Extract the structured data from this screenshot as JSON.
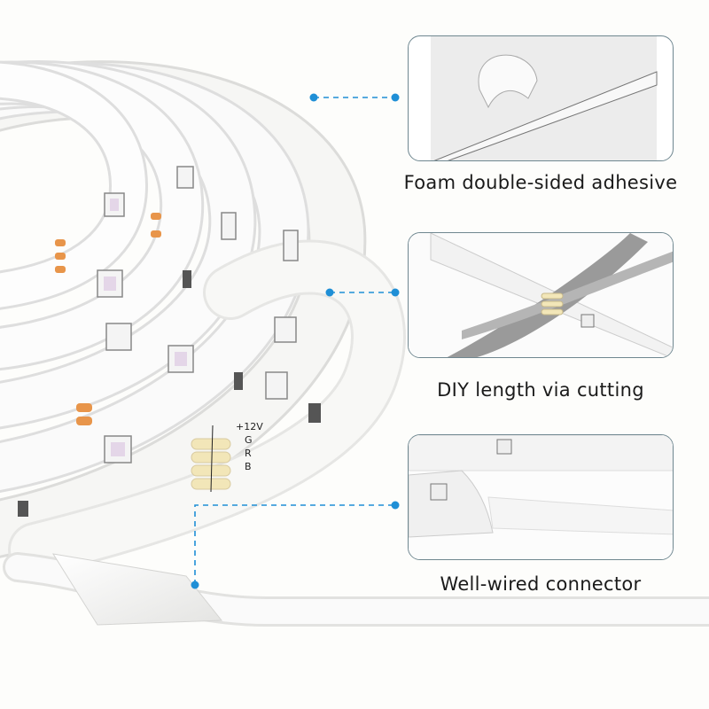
{
  "features": [
    {
      "label": "Foam double-sided adhesive",
      "icon": "adhesive-tape-photo"
    },
    {
      "label": "DIY length via cutting",
      "icon": "scissors-cut-photo"
    },
    {
      "label": "Well-wired connector",
      "icon": "connector-photo"
    }
  ],
  "strip_print": {
    "voltage": "+12V",
    "g": "G",
    "r": "R",
    "b": "B"
  },
  "colors": {
    "accent": "#1f8fd6",
    "border": "#6f8790",
    "strip": "#f3f3f1",
    "pad": "#f2e6b8",
    "copper": "#e8954a"
  }
}
